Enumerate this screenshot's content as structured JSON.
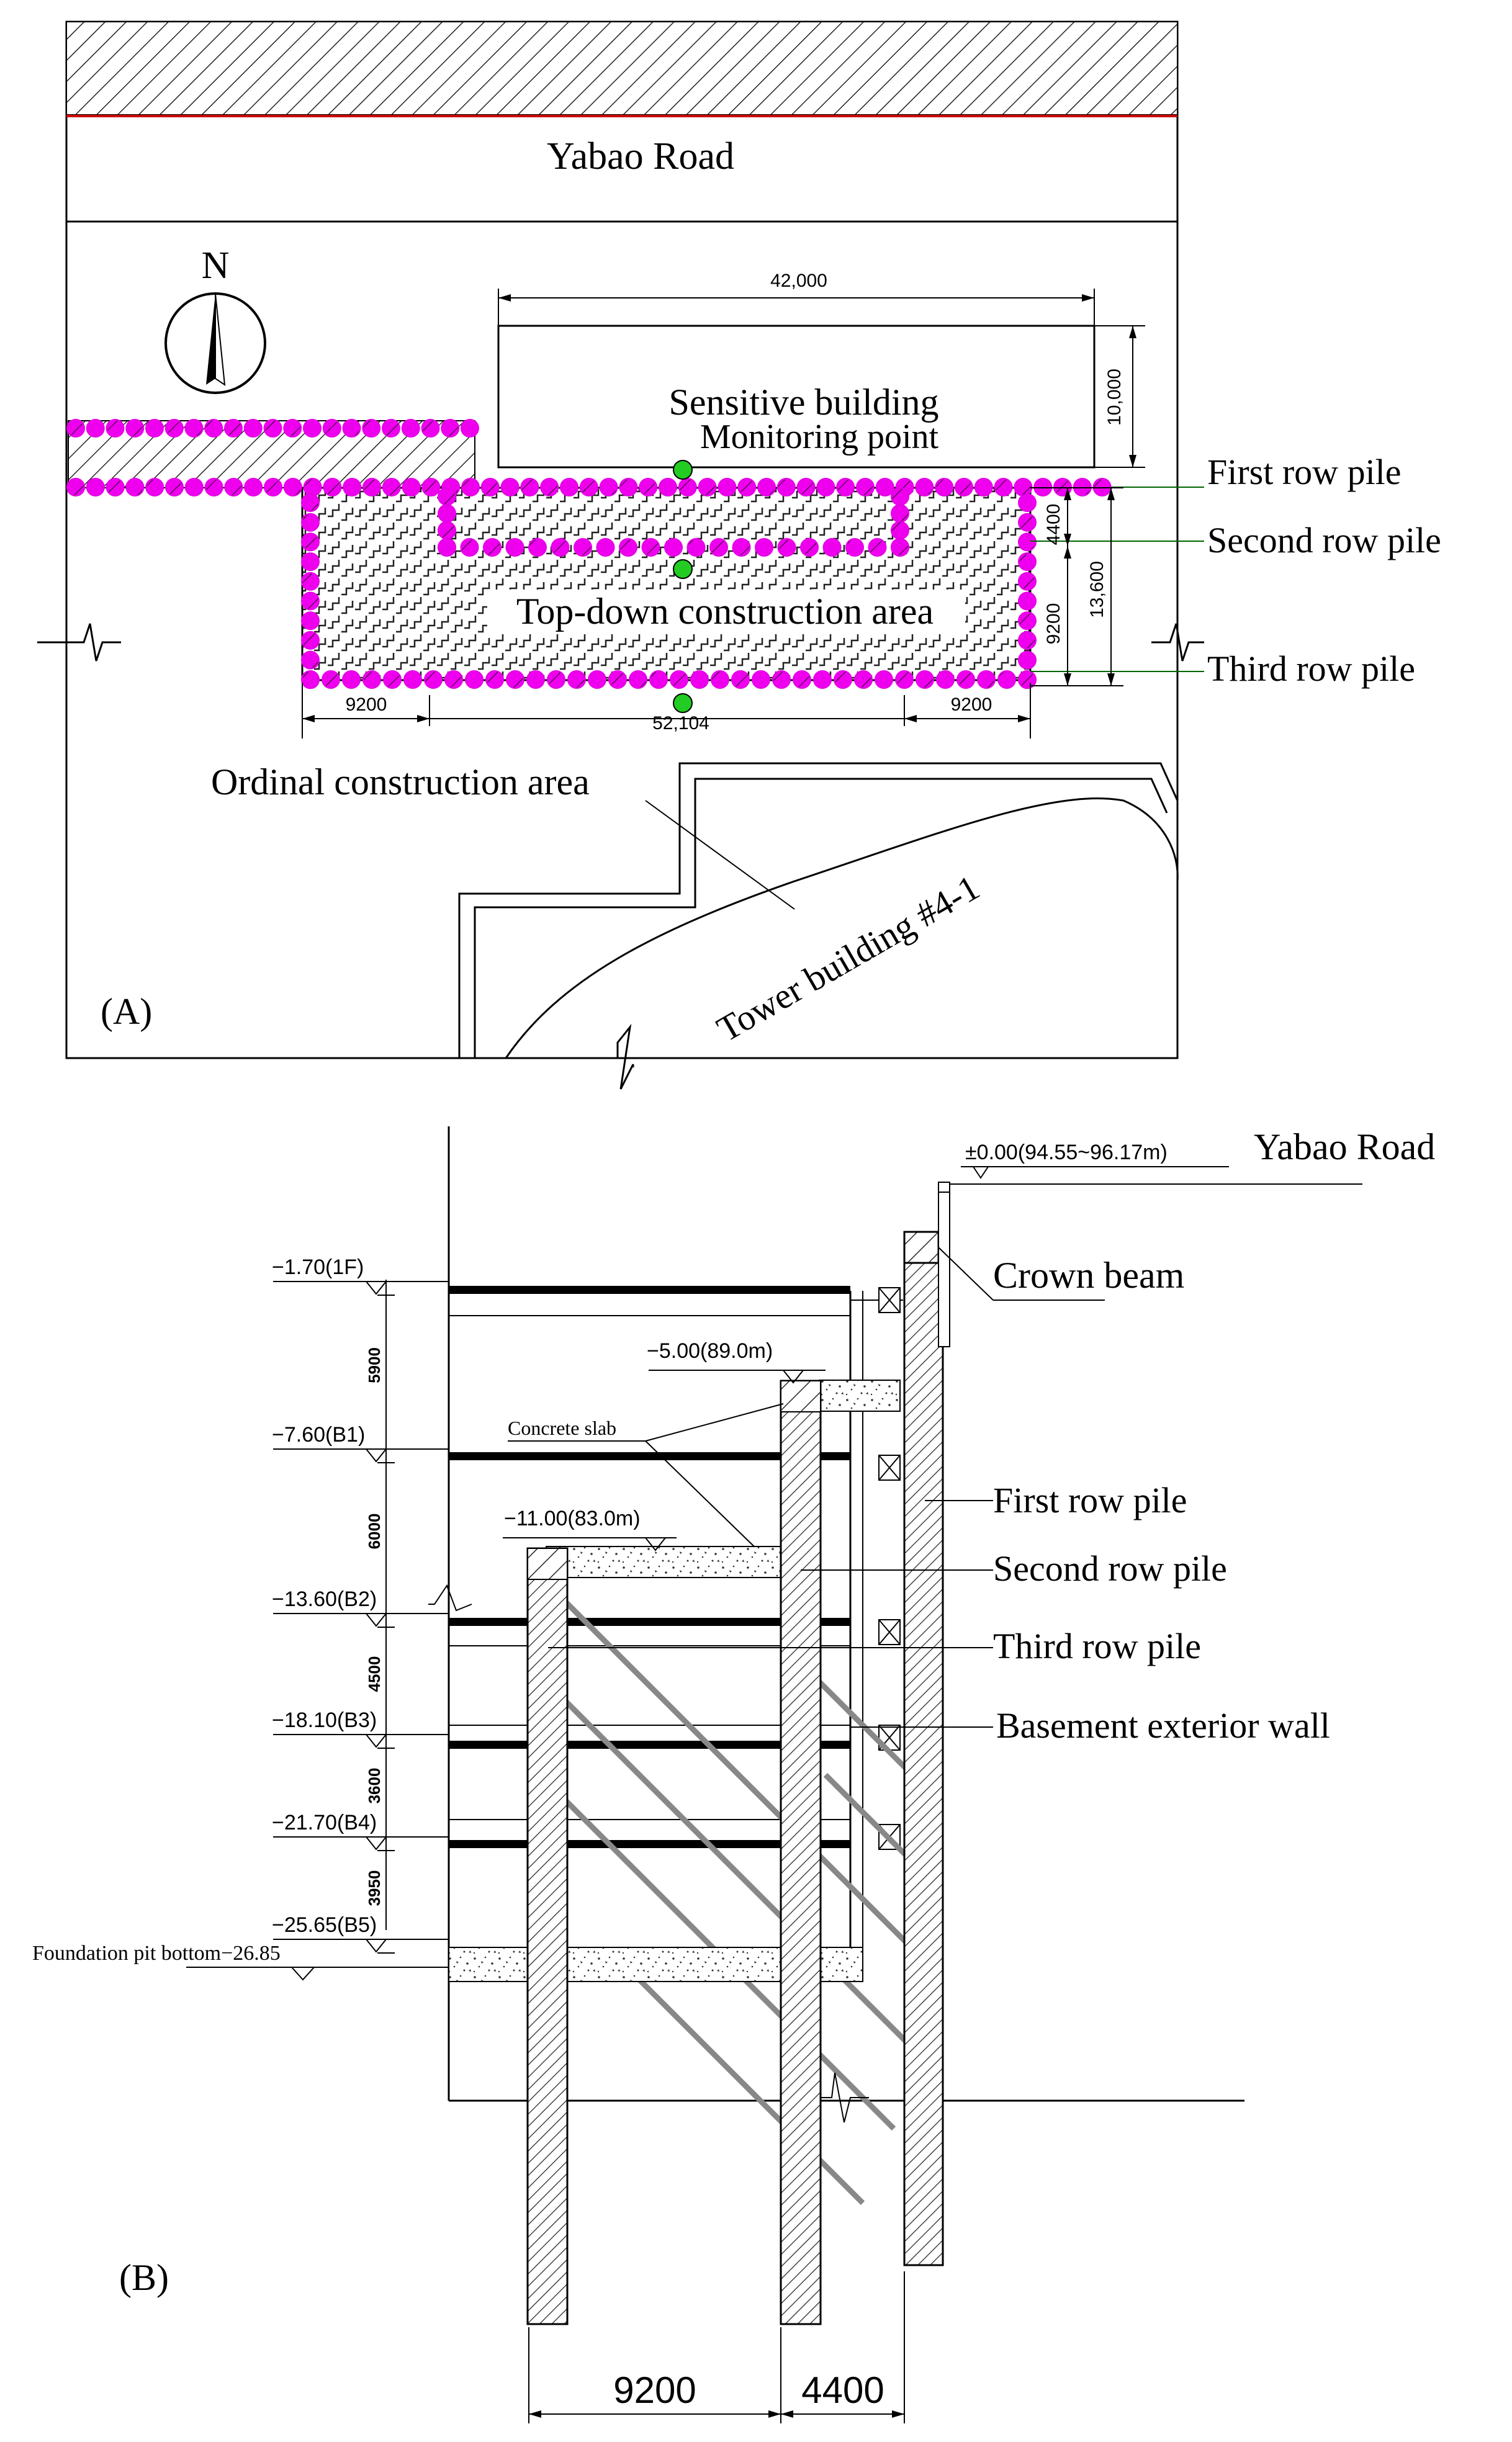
{
  "panel_a": {
    "label": "(A)",
    "road": "Yabao Road",
    "north": "N",
    "sensitive_building": "Sensitive building",
    "monitoring_point": "Monitoring point",
    "top_down_area": "Top-down construction area",
    "ordinal_area": "Ordinal construction area",
    "tower": "Tower building #4-1",
    "pile_labels": [
      "First row pile",
      "Second row pile",
      "Third row pile"
    ],
    "dims": {
      "building_width": "42,000",
      "building_depth": "10,000",
      "pit_length": "52,104",
      "left_offset": "9200",
      "right_offset": "9200",
      "gap_4400": "4400",
      "gap_9200": "9200",
      "total_13600": "13,600"
    },
    "colors": {
      "pile": "#e600e6",
      "monitor": "#22cc22",
      "road_line": "#cc0000"
    }
  },
  "panel_b": {
    "label": "(B)",
    "road": "Yabao Road",
    "road_level": "±0.00(94.55~96.17m)",
    "crown_beam": "Crown beam",
    "concrete_slab": "Concrete slab",
    "slab_level_1": "−5.00(89.0m)",
    "slab_level_2": "−11.00(83.0m)",
    "pile_labels": [
      "First row pile",
      "Second row pile",
      "Third row pile",
      "Basement exterior wall"
    ],
    "floors": [
      "−1.70(1F)",
      "−7.60(B1)",
      "−13.60(B2)",
      "−18.10(B3)",
      "−21.70(B4)",
      "−25.65(B5)"
    ],
    "floor_gaps": [
      "5900",
      "6000",
      "4500",
      "3600",
      "3950"
    ],
    "pit_bottom": "Foundation pit bottom−26.85",
    "bottom_dims": [
      "9200",
      "4400"
    ]
  }
}
